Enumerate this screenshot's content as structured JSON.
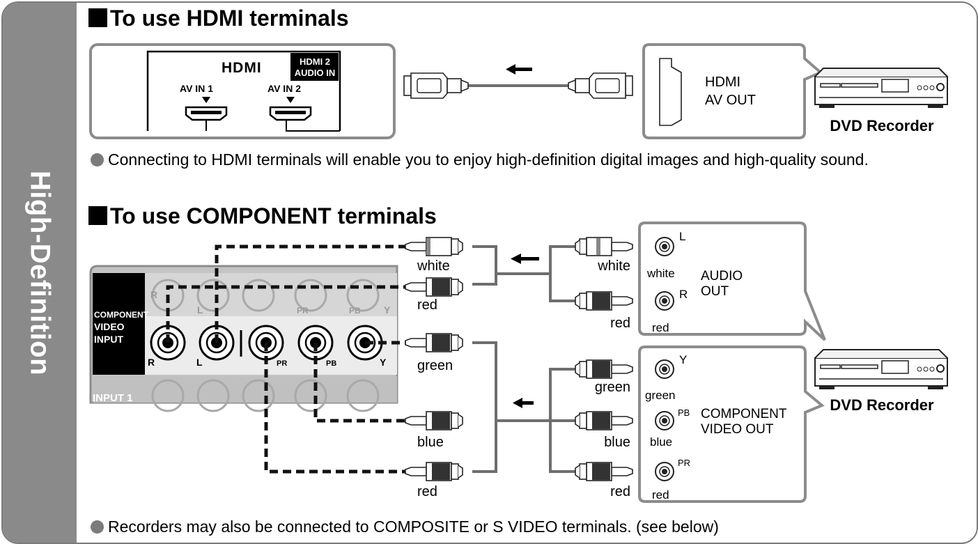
{
  "sidebar": {
    "title": "High-Definition"
  },
  "hdmi": {
    "heading": "To use HDMI terminals",
    "logo": "HDMI",
    "input_2_badge": [
      "HDMI 2",
      "AUDIO IN"
    ],
    "port_1_label": "AV IN 1",
    "port_2_label": "AV IN 2",
    "recorder_port_label": [
      "HDMI",
      "AV OUT"
    ],
    "device_label": "DVD Recorder",
    "note": "Connecting to HDMI terminals will enable you to enjoy high-definition digital images and high-quality sound."
  },
  "component": {
    "heading": "To use COMPONENT terminals",
    "panel_label": [
      "COMPONENT",
      "VIDEO",
      "INPUT"
    ],
    "panel_row_label": "INPUT 1",
    "jack_labels": [
      "R",
      "L",
      "PR",
      "PB",
      "Y"
    ],
    "tv_side_plugs": [
      "white",
      "red",
      "green",
      "blue",
      "red"
    ],
    "recorder_side_plugs": [
      "white",
      "red",
      "green",
      "blue",
      "red"
    ],
    "audio_out": {
      "title": [
        "AUDIO",
        "OUT"
      ],
      "jacks": [
        {
          "letter": "L",
          "color": "white"
        },
        {
          "letter": "R",
          "color": "red"
        }
      ]
    },
    "video_out": {
      "title": [
        "COMPONENT",
        "VIDEO OUT"
      ],
      "jacks": [
        {
          "letter": "Y",
          "color": "green"
        },
        {
          "letter": "PB",
          "color": "blue"
        },
        {
          "letter": "PR",
          "color": "red"
        }
      ]
    },
    "device_label": "DVD Recorder",
    "note": "Recorders may also be connected to COMPOSITE or S VIDEO terminals. (see below)"
  },
  "colors": {
    "sidebar": "#8a8a8a",
    "frame": "#7b7b7b",
    "cable": "#6e6e6e",
    "dashed": "#111111"
  }
}
